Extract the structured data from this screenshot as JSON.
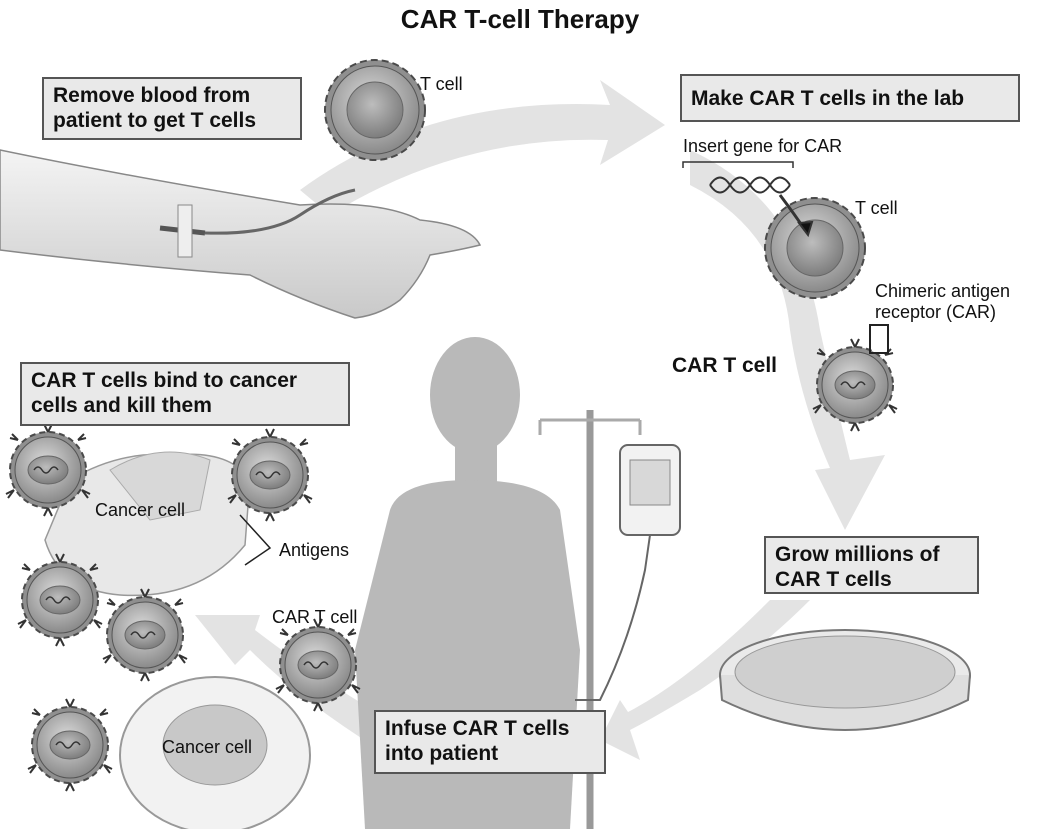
{
  "title": "CAR T-cell Therapy",
  "steps": {
    "remove_blood": [
      "Remove blood from",
      "patient to get T cells"
    ],
    "make_in_lab": [
      "Make CAR T cells in the lab"
    ],
    "grow": [
      "Grow millions of",
      "CAR T cells"
    ],
    "infuse": [
      "Infuse CAR T cells",
      "into patient"
    ],
    "bind_kill": [
      "CAR T cells bind to cancer",
      "cells and kill them"
    ]
  },
  "labels": {
    "t_cell_1": "T cell",
    "insert_gene": "Insert gene for CAR",
    "t_cell_2": "T cell",
    "car_receptor": [
      "Chimeric antigen",
      "receptor (CAR)"
    ],
    "car_t_cell_bold": "CAR T cell",
    "cancer_cell_1": "Cancer cell",
    "antigens": "Antigens",
    "car_t_cell": "CAR T cell",
    "cancer_cell_2": "Cancer cell"
  }
}
